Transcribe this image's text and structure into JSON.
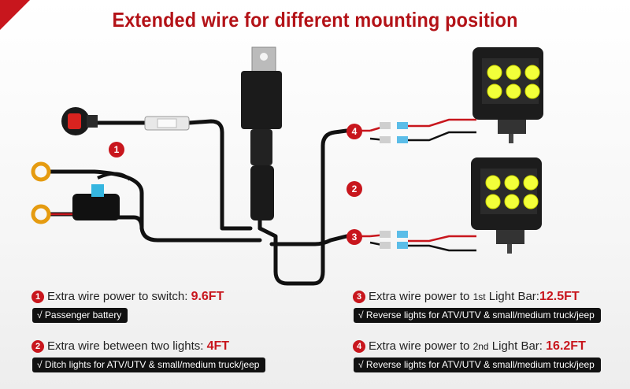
{
  "title": "Extended wire for different mounting position",
  "markers": {
    "m1": "1",
    "m2": "2",
    "m3": "3",
    "m4": "4"
  },
  "colors": {
    "accent": "#c8161d",
    "wire": "#111111",
    "led_chip": "#f2ff3a"
  },
  "callouts": [
    {
      "num": "1",
      "text": "Extra wire power to switch:",
      "value": "9.6FT",
      "tag": "√ Passenger battery"
    },
    {
      "num": "2",
      "text": "Extra wire between two lights:",
      "value": "4FT",
      "tag": "√ Ditch lights for ATV/UTV & small/medium truck/jeep"
    },
    {
      "num": "3",
      "text_a": "Extra wire power to",
      "text_sub": "1st",
      "text_b": "Light Bar:",
      "value": "12.5FT",
      "tag": "√ Reverse lights for ATV/UTV & small/medium truck/jeep"
    },
    {
      "num": "4",
      "text_a": "Extra wire power to",
      "text_sub": "2nd",
      "text_b": "Light Bar:",
      "value": "16.2FT",
      "tag": "√ Reverse lights for ATV/UTV & small/medium truck/jeep"
    }
  ],
  "icons": [
    "switch-icon",
    "relay-icon",
    "fuse-icon",
    "ring-terminal-icon",
    "light-bar-icon",
    "connector-icon"
  ]
}
